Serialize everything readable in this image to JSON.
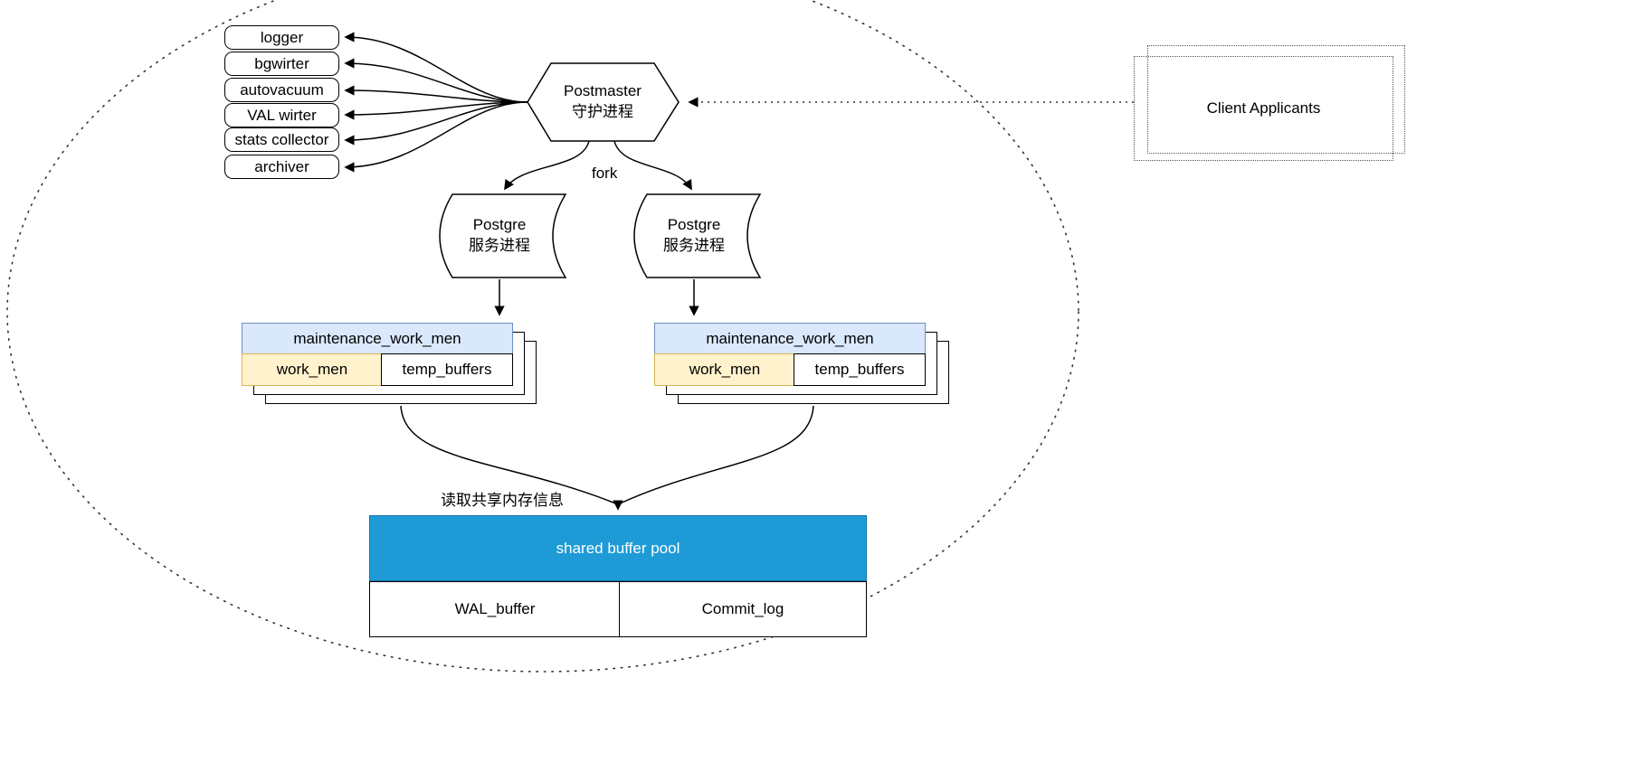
{
  "background_processes": [
    "logger",
    "bgwirter",
    "autovacuum",
    "VAL wirter",
    "stats collector",
    "archiver"
  ],
  "postmaster": {
    "line1": "Postmaster",
    "line2": "守护进程"
  },
  "fork_label": "fork",
  "server_processes": [
    {
      "line1": "Postgre",
      "line2": "服务进程"
    },
    {
      "line1": "Postgre",
      "line2": "服务进程"
    }
  ],
  "memory_stacks": [
    {
      "header": "maintenance_work_men",
      "cell1": "work_men",
      "cell2": "temp_buffers"
    },
    {
      "header": "maintenance_work_men",
      "cell1": "work_men",
      "cell2": "temp_buffers"
    }
  ],
  "shared_memory_label": "读取共享内存信息",
  "buffer_pool": {
    "title": "shared buffer pool",
    "cell1": "WAL_buffer",
    "cell2": "Commit_log"
  },
  "client": {
    "label": "Client Applicants"
  },
  "colors": {
    "stack_header_fill": "#dae8fc",
    "stack_header_border": "#6c8ebf",
    "work_mem_fill": "#fff2cc",
    "work_mem_border": "#d6b656",
    "pool_fill": "#1e9bd7",
    "pool_text": "#ffffff",
    "line_color": "#000000"
  }
}
